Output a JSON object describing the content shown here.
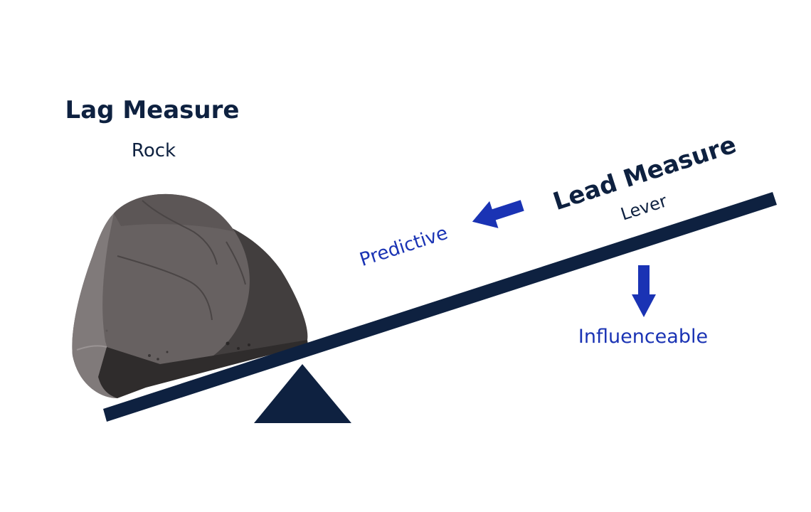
{
  "lag": {
    "title": "Lag Measure",
    "subtitle": "Rock"
  },
  "lead": {
    "title": "Lead Measure",
    "subtitle": "Lever"
  },
  "labels": {
    "predictive": "Predictive",
    "influenceable": "Influenceable"
  },
  "icons": {
    "left_arrow": "arrow-left-icon",
    "down_arrow": "arrow-down-icon",
    "rock": "rock-icon",
    "fulcrum": "fulcrum-triangle-icon"
  },
  "colors": {
    "navy": "#0e2140",
    "blue": "#1a33b4",
    "rock_light": "#6e6868",
    "rock_dark": "#3f3b3b"
  }
}
